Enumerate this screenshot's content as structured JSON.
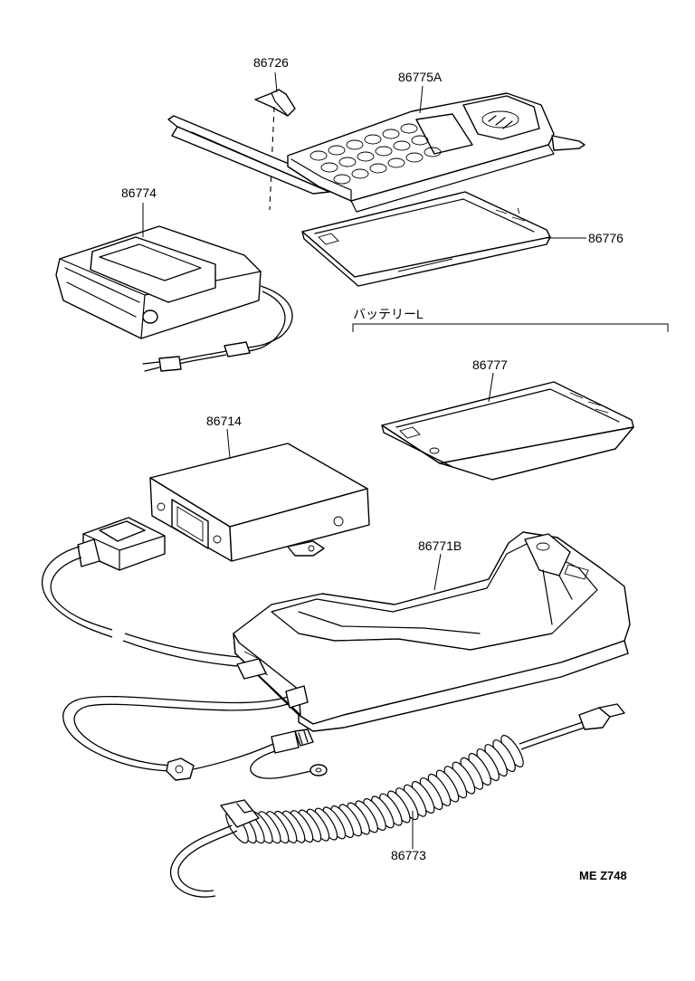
{
  "parts": [
    {
      "id": "p86726",
      "label": "86726"
    },
    {
      "id": "p86775A",
      "label": "86775A"
    },
    {
      "id": "p86774",
      "label": "86774"
    },
    {
      "id": "p86776",
      "label": "86776"
    },
    {
      "id": "p86777",
      "label": "86777"
    },
    {
      "id": "p86714",
      "label": "86714"
    },
    {
      "id": "p86771B",
      "label": "86771B"
    },
    {
      "id": "p86773",
      "label": "86773"
    }
  ],
  "group_label": "バッテリーL",
  "diagram_code": "ME  Z748"
}
